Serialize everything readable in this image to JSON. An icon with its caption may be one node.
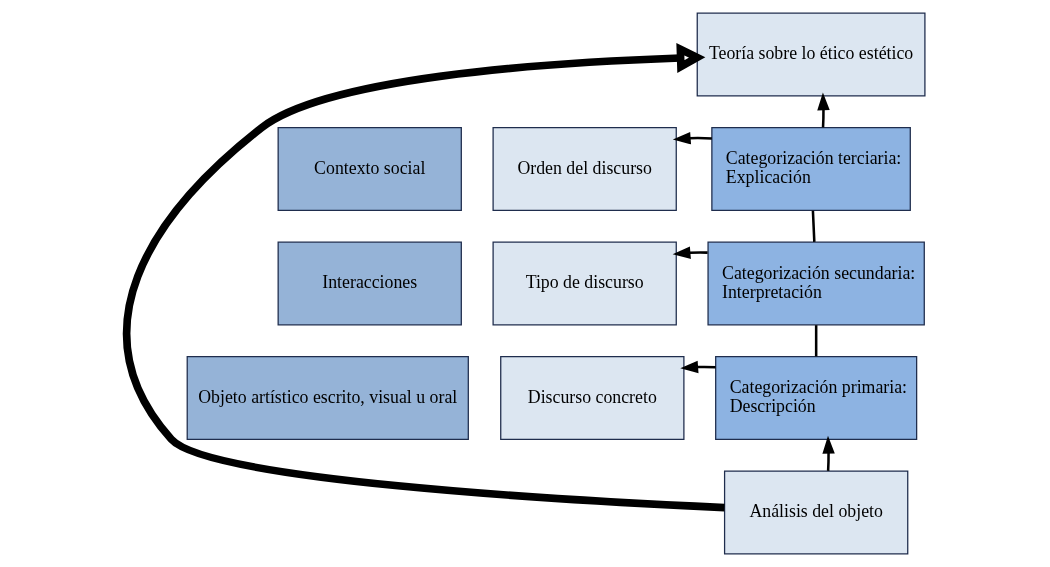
{
  "diagram": {
    "nodes": [
      {
        "text": [
          "Teoría sobre lo ético estético"
        ]
      },
      {
        "text": [
          "Contexto social"
        ]
      },
      {
        "text": [
          "Orden del discurso"
        ]
      },
      {
        "text": [
          "Categorización terciaria:",
          "Explicación"
        ]
      },
      {
        "text": [
          "Interacciones"
        ]
      },
      {
        "text": [
          "Tipo de discurso"
        ]
      },
      {
        "text": [
          "Categorización secundaria:",
          "Interpretación"
        ]
      },
      {
        "text": [
          "Objeto artístico escrito, visual u oral"
        ]
      },
      {
        "text": [
          "Discurso concreto"
        ]
      },
      {
        "text": [
          "Categorización primaria:",
          "Descripción"
        ]
      },
      {
        "text": [
          "Análisis del objeto"
        ]
      }
    ],
    "edges": [
      {
        "from": 3,
        "to": 2,
        "arrow": "to"
      },
      {
        "from": 3,
        "to": 0,
        "arrow": "to"
      },
      {
        "from": 3,
        "to": 6,
        "arrow": "none"
      },
      {
        "from": 6,
        "to": 5,
        "arrow": "to"
      },
      {
        "from": 6,
        "to": 9,
        "arrow": "none"
      },
      {
        "from": 9,
        "to": 8,
        "arrow": "to"
      },
      {
        "from": 10,
        "to": 9,
        "arrow": "to"
      },
      {
        "from": 10,
        "to": 0,
        "arrow": "to",
        "style": "thick"
      }
    ]
  }
}
